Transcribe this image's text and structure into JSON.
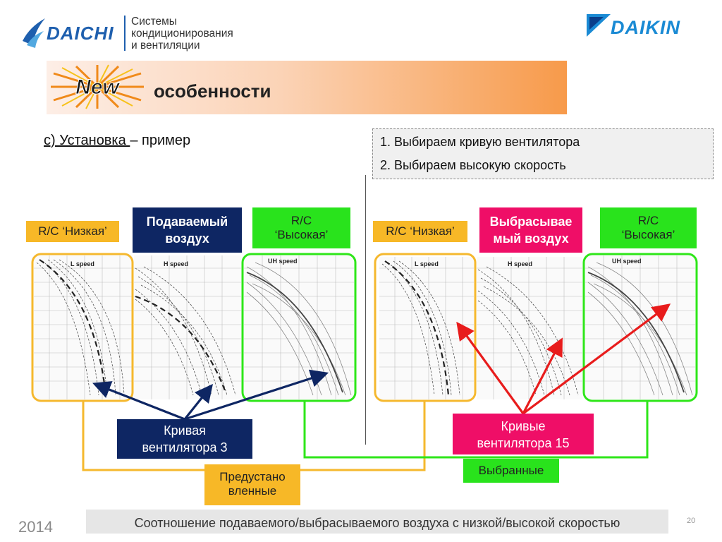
{
  "header": {
    "daichi_logo": "DAICHI",
    "tagline": [
      "Системы",
      "кондиционирования",
      "и вентиляции"
    ],
    "daikin_logo": "DAIKIN"
  },
  "banner": {
    "badge": "New",
    "title": "особенности"
  },
  "section": {
    "title_underlined": "c) Установка ",
    "title_rest": "– пример"
  },
  "steps": [
    "1.  Выбираем кривую вентилятора",
    "2.  Выбираем высокую скорость"
  ],
  "left_panel": {
    "rc_low": "R/C ‘Низкая’",
    "air_label": [
      "Подаваемый",
      "воздух"
    ],
    "rc_high": [
      "R/C",
      "‘Высокая’"
    ],
    "curve_label": [
      "Кривая",
      "вентилятора 3"
    ],
    "graph_labels": [
      "L speed",
      "H speed",
      "UH speed"
    ]
  },
  "right_panel": {
    "rc_low": "R/C ‘Низкая’",
    "air_label": [
      "Выбрасывае",
      "мый воздух"
    ],
    "rc_high": [
      "R/C",
      "‘Высокая’"
    ],
    "curve_label": [
      "Кривые",
      "вентилятора 15"
    ],
    "graph_labels": [
      "L speed",
      "H speed",
      "UH speed"
    ]
  },
  "preset_label": [
    "Предустано",
    "вленные"
  ],
  "selected_label": "Выбранные",
  "footer": {
    "year": "2014",
    "caption": "Соотношение подаваемого/выбрасываемого воздуха с низкой/высокой скоростью",
    "page": "20"
  },
  "colors": {
    "orange_frame": "#f5b82e",
    "green_frame": "#2ee619",
    "navy": "#0e2663",
    "pink": "#ef0e67",
    "red_arrow": "#e81c1c",
    "daichi_blue": "#1e5fae",
    "daikin_blue": "#1a8ad4"
  }
}
